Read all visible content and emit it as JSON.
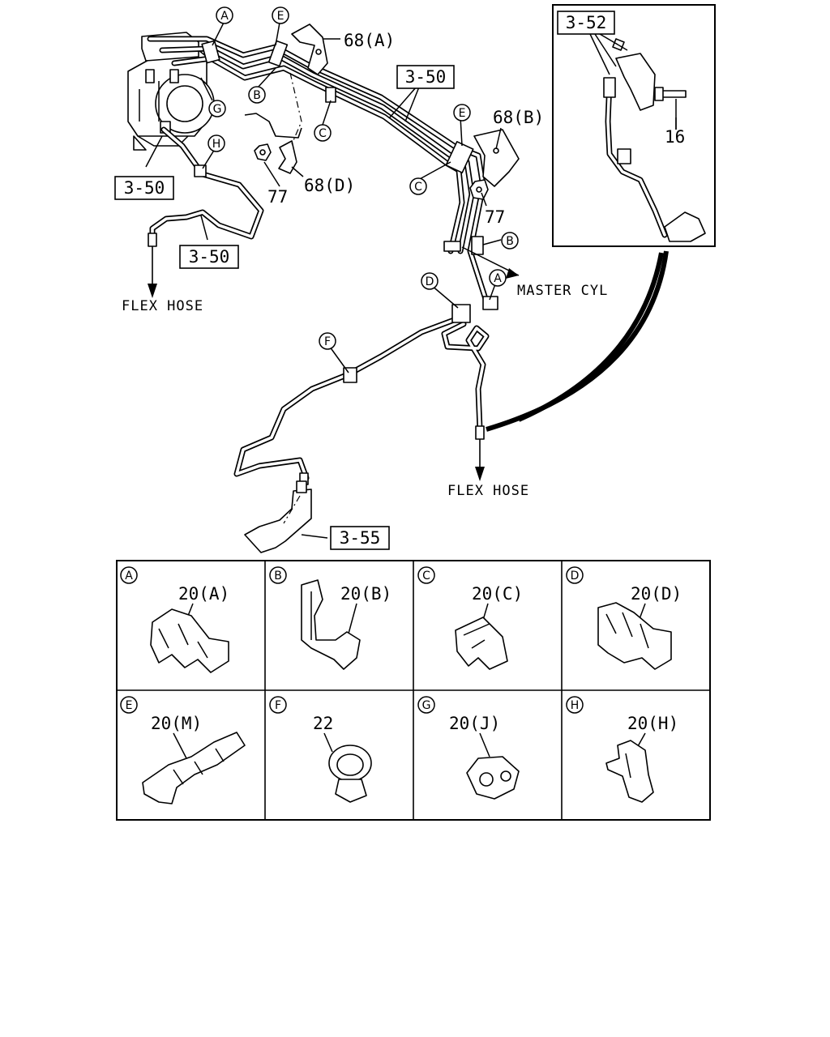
{
  "callouts": {
    "A": "A",
    "B": "B",
    "C": "C",
    "D": "D",
    "E": "E",
    "F": "F",
    "G": "G",
    "H": "H"
  },
  "refs": {
    "ref_350_a": "3-50",
    "ref_350_b": "3-50",
    "ref_350_c": "3-50",
    "ref_352": "3-52",
    "ref_355": "3-55"
  },
  "parts": {
    "p68a": "68(A)",
    "p68b": "68(B)",
    "p68d": "68(D)",
    "p77a": "77",
    "p77b": "77",
    "p16": "16"
  },
  "captions": {
    "flex_hose_left": "FLEX HOSE",
    "flex_hose_right": "FLEX HOSE",
    "master_cyl": "MASTER CYL"
  },
  "clip_table": {
    "cells": [
      {
        "letter": "A",
        "part": "20(A)"
      },
      {
        "letter": "B",
        "part": "20(B)"
      },
      {
        "letter": "C",
        "part": "20(C)"
      },
      {
        "letter": "D",
        "part": "20(D)"
      },
      {
        "letter": "E",
        "part": "20(M)"
      },
      {
        "letter": "F",
        "part": "22"
      },
      {
        "letter": "G",
        "part": "20(J)"
      },
      {
        "letter": "H",
        "part": "20(H)"
      }
    ]
  }
}
